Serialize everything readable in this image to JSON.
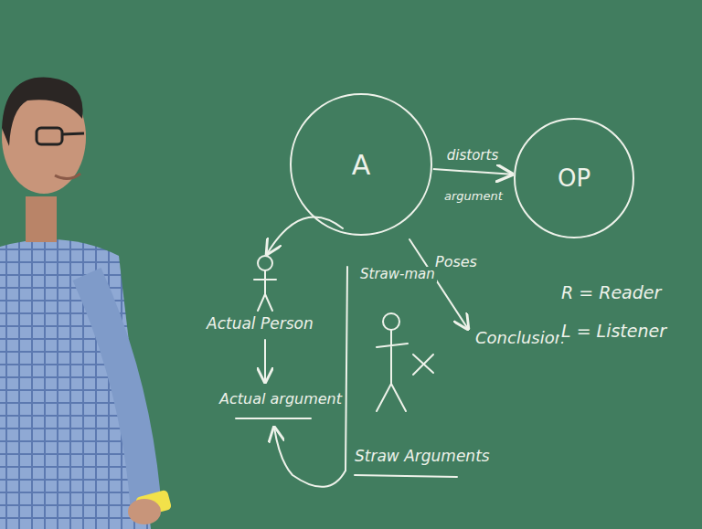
{
  "diagram": {
    "nodes": [
      {
        "text": [
          "A"
        ]
      },
      {
        "text": [
          "OP"
        ]
      }
    ],
    "edges": [
      {
        "from": 0,
        "to": 1,
        "arrow": "to",
        "label": "distorts"
      }
    ],
    "labels": [
      "argument",
      "Poses",
      "Conclusion",
      "R = Reader",
      "L = Listener",
      "Actual Person",
      "Actual argument",
      "Straw-man",
      "Straw Arguments"
    ]
  }
}
